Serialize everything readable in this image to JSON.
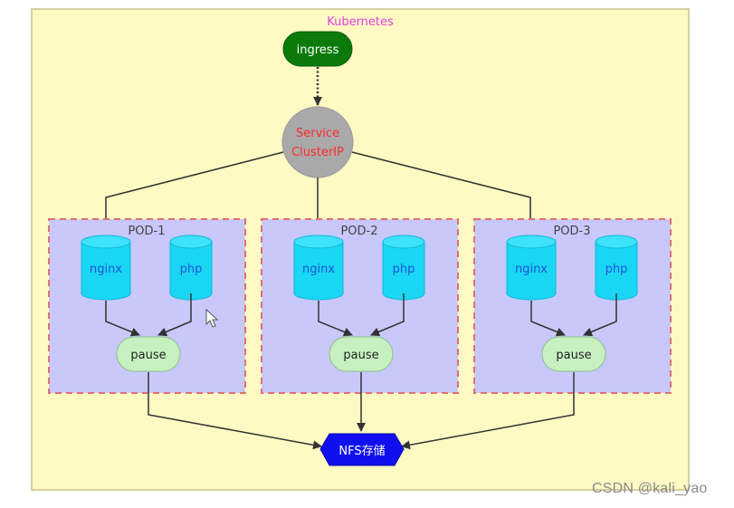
{
  "diagram": {
    "title": "Kubernetes",
    "ingress": {
      "label": "ingress"
    },
    "service": {
      "line1": "Service",
      "line2": "ClusterIP"
    },
    "pods": [
      {
        "label": "POD-1",
        "containers": [
          "nginx",
          "php"
        ],
        "pause": "pause"
      },
      {
        "label": "POD-2",
        "containers": [
          "nginx",
          "php"
        ],
        "pause": "pause"
      },
      {
        "label": "POD-3",
        "containers": [
          "nginx",
          "php"
        ],
        "pause": "pause"
      }
    ],
    "storage": {
      "label": "NFS存储"
    },
    "edges": [
      {
        "from": "ingress",
        "to": "service",
        "style": "dotted"
      },
      {
        "from": "service",
        "to": "pod-1-nginx",
        "style": "solid"
      },
      {
        "from": "service",
        "to": "pod-2-nginx",
        "style": "solid"
      },
      {
        "from": "service",
        "to": "pod-3-nginx",
        "style": "solid"
      },
      {
        "from": "nginx",
        "to": "pause",
        "style": "solid"
      },
      {
        "from": "php",
        "to": "pause",
        "style": "solid"
      },
      {
        "from": "pod-1-pause",
        "to": "storage",
        "style": "solid"
      },
      {
        "from": "pod-2-pause",
        "to": "storage",
        "style": "solid"
      },
      {
        "from": "pod-3-pause",
        "to": "storage",
        "style": "solid"
      }
    ],
    "colors": {
      "canvas": "#fff9c4",
      "canvas_border": "#c9c28a",
      "title": "#e040e0",
      "ingress_fill": "#0b7a0b",
      "ingress_text": "#ffffff",
      "service_fill": "#a9a9a9",
      "service_text": "#ff2a2a",
      "pod_fill": "#c8c8fa",
      "pod_border": "#e07070",
      "container_fill": "#1ad6f5",
      "container_text": "#1a55d6",
      "pause_fill": "#c6f0c0",
      "storage_fill": "#1010ee",
      "storage_text": "#ffffff",
      "edge": "#333333"
    }
  },
  "watermark": "CSDN @kali_yao"
}
